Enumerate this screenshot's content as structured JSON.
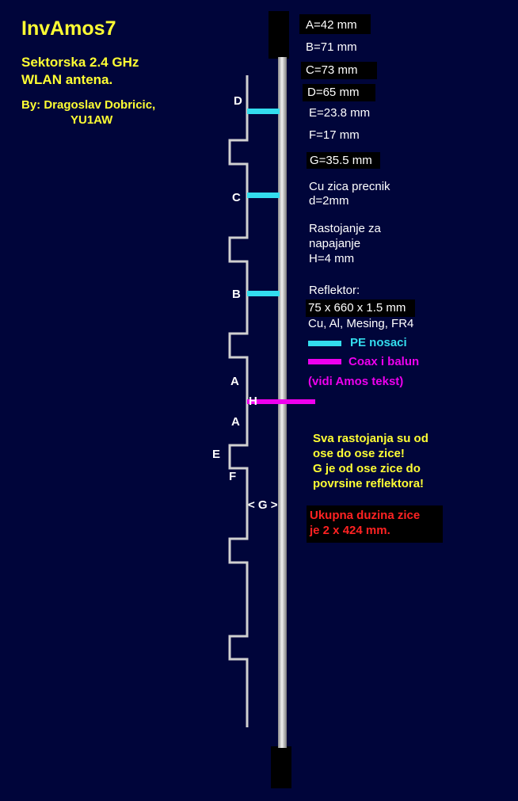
{
  "header": {
    "title": "InvAmos7",
    "subtitle_line1": "Sektorska 2.4 GHz",
    "subtitle_line2": "WLAN antena.",
    "author_line1": "By: Dragoslav Dobricic,",
    "author_line2": "YU1AW"
  },
  "dimensions": {
    "A": "A=42 mm",
    "B": "B=71 mm",
    "C": "C=73 mm",
    "D": "D=65 mm",
    "E": "E=23.8 mm",
    "F": "F=17 mm",
    "G": "G=35.5 mm"
  },
  "notes": {
    "wire_line1": "Cu zica precnik",
    "wire_line2": "d=2mm",
    "feed_line1": "Rastojanje za",
    "feed_line2": "napajanje",
    "feed_line3": "H=4 mm",
    "reflector_line1": "Reflektor:",
    "reflector_line2": "75 x 660 x 1.5 mm",
    "reflector_line3": "Cu, Al, Mesing, FR4"
  },
  "legend": {
    "pe": "PE nosaci",
    "coax": "Coax i balun",
    "coax_note": "(vidi Amos tekst)"
  },
  "remarks": {
    "line1": "Sva rastojanja su od",
    "line2": "ose do ose zice!",
    "line3": "G je od ose zice do",
    "line4": "povrsine reflektora!"
  },
  "total": {
    "line1": "Ukupna duzina zice",
    "line2": "je 2 x 424 mm."
  },
  "diagram_labels": {
    "D": "D",
    "C": "C",
    "B": "B",
    "A1": "A",
    "H": "H",
    "A2": "A",
    "E": "E",
    "F": "F",
    "G": "< G >"
  },
  "colors": {
    "background": "#00053a",
    "pe_support": "#33ddee",
    "coax": "#ee00ee",
    "title": "#ffff33",
    "remarks": "#ffff33",
    "total": "#ff2222",
    "wire": "#d8d8d8",
    "reflector": "#c8c8c8"
  }
}
